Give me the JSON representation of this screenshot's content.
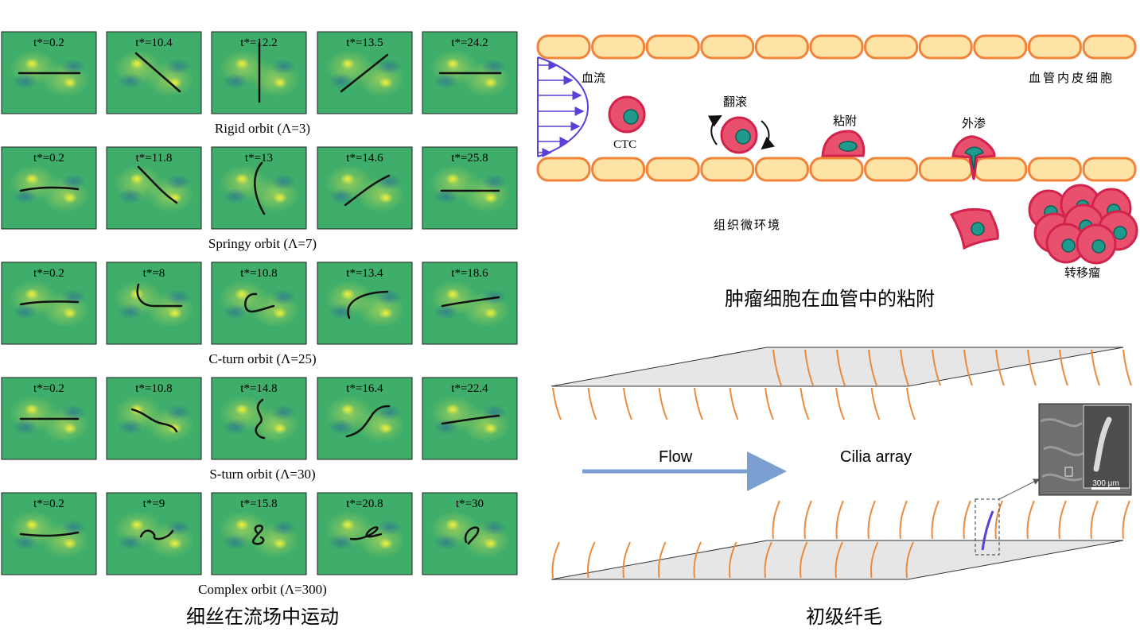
{
  "filament_section": {
    "rows": [
      {
        "caption": "Rigid orbit (Λ=3)",
        "times": [
          "t*=0.2",
          "t*=10.4",
          "t*=12.2",
          "t*=13.5",
          "t*=24.2"
        ]
      },
      {
        "caption": "Springy orbit (Λ=7)",
        "times": [
          "t*=0.2",
          "t*=11.8",
          "t*=13",
          "t*=14.6",
          "t*=25.8"
        ]
      },
      {
        "caption": "C-turn orbit (Λ=25)",
        "times": [
          "t*=0.2",
          "t*=8",
          "t*=10.8",
          "t*=13.4",
          "t*=18.6"
        ]
      },
      {
        "caption": "S-turn orbit (Λ=30)",
        "times": [
          "t*=0.2",
          "t*=10.8",
          "t*=14.8",
          "t*=16.4",
          "t*=22.4"
        ]
      },
      {
        "caption": "Complex orbit (Λ=300)",
        "times": [
          "t*=0.2",
          "t*=9",
          "t*=15.8",
          "t*=20.8",
          "t*=30"
        ]
      }
    ],
    "title": "细丝在流场中运动"
  },
  "tumor_section": {
    "labels": {
      "blood_flow": "血流",
      "endothelial": "血管内皮细胞",
      "tumbling": "翻滚",
      "adhesion": "粘附",
      "extravasation": "外渗",
      "ctc": "CTC",
      "tissue": "组织微环境",
      "metastasis": "转移瘤"
    },
    "title": "肿瘤细胞在血管中的粘附"
  },
  "cilia_section": {
    "flow_label": "Flow",
    "array_label": "Cilia array",
    "scale_label": "300 μm",
    "title": "初级纤毛"
  },
  "colors": {
    "field_green": "#3fae6a",
    "vessel_fill": "#fde3a6",
    "vessel_stroke": "#f0843a",
    "cell_fill": "#e8506e",
    "cell_stroke": "#d2234c",
    "nucleus": "#1f9a8c",
    "profile": "#5b3fd6",
    "cilia": "#ec8a3a",
    "flow_arrow": "#7b9fd1"
  }
}
